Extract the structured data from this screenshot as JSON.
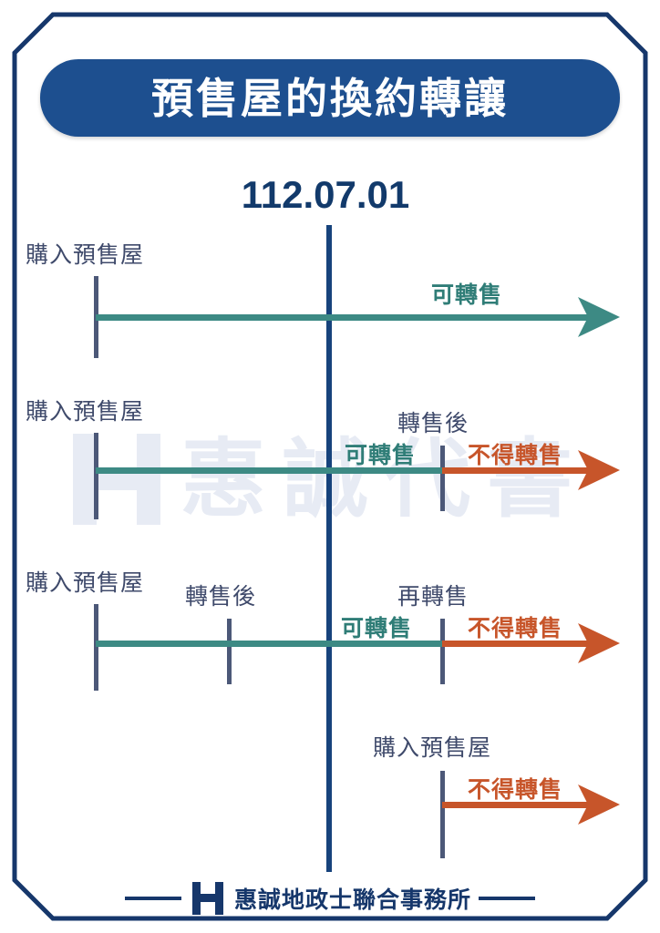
{
  "header": {
    "title": "預售屋的換約轉讓",
    "date": "112.07.01",
    "title_bg_color": "#1d4f8f",
    "date_color": "#123a6b"
  },
  "watermark": {
    "text": "惠誠代書",
    "logo_name": "hui-cheng-h-logo",
    "color": "#e7ebf4"
  },
  "colors": {
    "frame": "#16376b",
    "center_line": "#17437c",
    "tick": "#4c5878",
    "allowed": "#3d8a84",
    "forbidden": "#c7552a",
    "node_label": "#3f4a6b"
  },
  "legend": {
    "allowed_label": "可轉售",
    "forbidden_label": "不得轉售"
  },
  "timeline": {
    "reference_date": "112.07.01",
    "rows": [
      {
        "id": "row-1",
        "nodes": [
          {
            "label": "購入預售屋",
            "side": "before"
          }
        ],
        "segments": [
          {
            "label": "可轉售",
            "status": "allowed"
          }
        ]
      },
      {
        "id": "row-2",
        "nodes": [
          {
            "label": "購入預售屋",
            "side": "before"
          },
          {
            "label": "轉售後",
            "side": "after"
          }
        ],
        "segments": [
          {
            "label": "可轉售",
            "status": "allowed"
          },
          {
            "label": "不得轉售",
            "status": "forbidden"
          }
        ]
      },
      {
        "id": "row-3",
        "nodes": [
          {
            "label": "購入預售屋",
            "side": "before"
          },
          {
            "label": "轉售後",
            "side": "before"
          },
          {
            "label": "再轉售",
            "side": "after"
          }
        ],
        "segments": [
          {
            "label": "可轉售",
            "status": "allowed"
          },
          {
            "label": "不得轉售",
            "status": "forbidden"
          }
        ]
      },
      {
        "id": "row-4",
        "nodes": [
          {
            "label": "購入預售屋",
            "side": "after"
          }
        ],
        "segments": [
          {
            "label": "不得轉售",
            "status": "forbidden"
          }
        ]
      }
    ]
  },
  "footer": {
    "org_name": "惠誠地政士聯合事務所",
    "logo_name": "hui-cheng-h-logo"
  }
}
